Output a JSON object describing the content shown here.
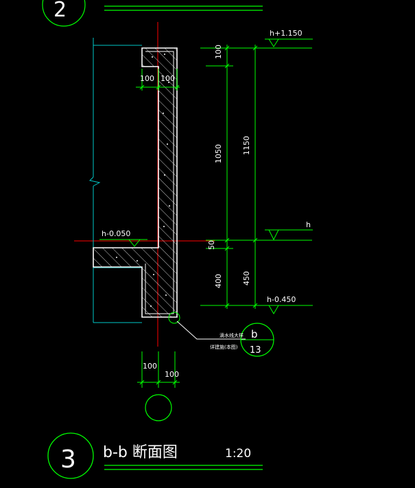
{
  "colors": {
    "background": "#000000",
    "outline": "#ffffff",
    "dimension": "#00ff00",
    "centerline": "#ff0000",
    "leader": "#ffffff",
    "hatch": "#ffffff",
    "extension": "#00d0d0"
  },
  "elevations": {
    "top": "h+1.150",
    "mid": "h",
    "bottom": "h-0.450",
    "left": "h-0.050"
  },
  "dims": {
    "top_width_a": "100",
    "top_width_b": "100",
    "bottom_width_a": "100",
    "bottom_width_b": "100",
    "inner_100": "100",
    "inner_1050": "1050",
    "inner_50": "50",
    "inner_400": "400",
    "outer_1150": "1150",
    "outer_450": "450"
  },
  "callout": {
    "note_line1": "滴水线大样",
    "note_line2": "详建施(本图)",
    "ref_top": "b",
    "ref_bottom": "13"
  },
  "title_block": {
    "number": "3",
    "name": "b-b 断面图",
    "scale": "1:20",
    "top_number": "2"
  }
}
